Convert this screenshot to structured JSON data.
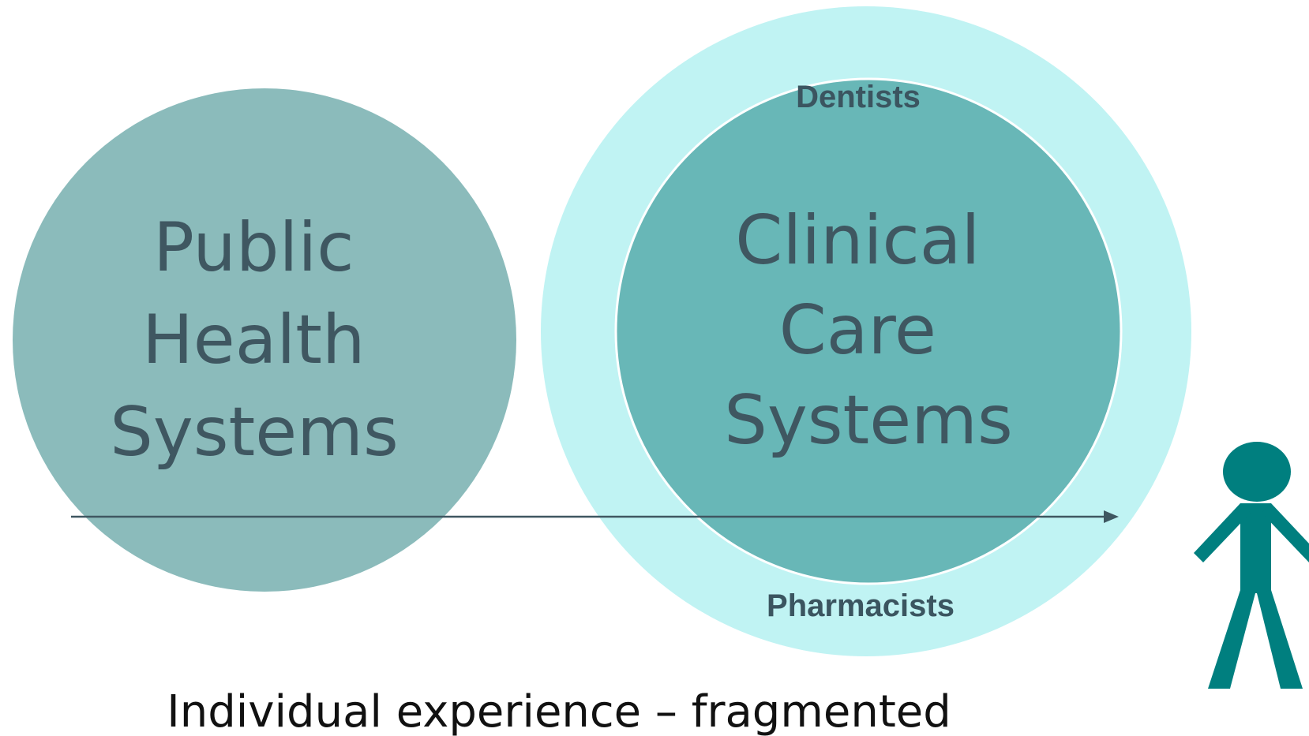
{
  "public_health": {
    "lines": [
      "Public",
      "Health",
      "Systems"
    ]
  },
  "clinical_care": {
    "lines": [
      "Clinical",
      "Care",
      "Systems"
    ]
  },
  "outer_ring": {
    "top_label": "Dentists",
    "bottom_label": "Pharmacists"
  },
  "caption": "Individual experience – fragmented",
  "icons": {
    "person": "person-icon"
  },
  "colors": {
    "public_health_fill": "#8bbbbb",
    "outer_ring_fill": "#c0f3f3",
    "clinical_care_fill": "#68b7b7",
    "arrow": "#3f5761",
    "person": "#007f7f",
    "text_dark": "#3f5761",
    "caption_text": "#111111"
  }
}
